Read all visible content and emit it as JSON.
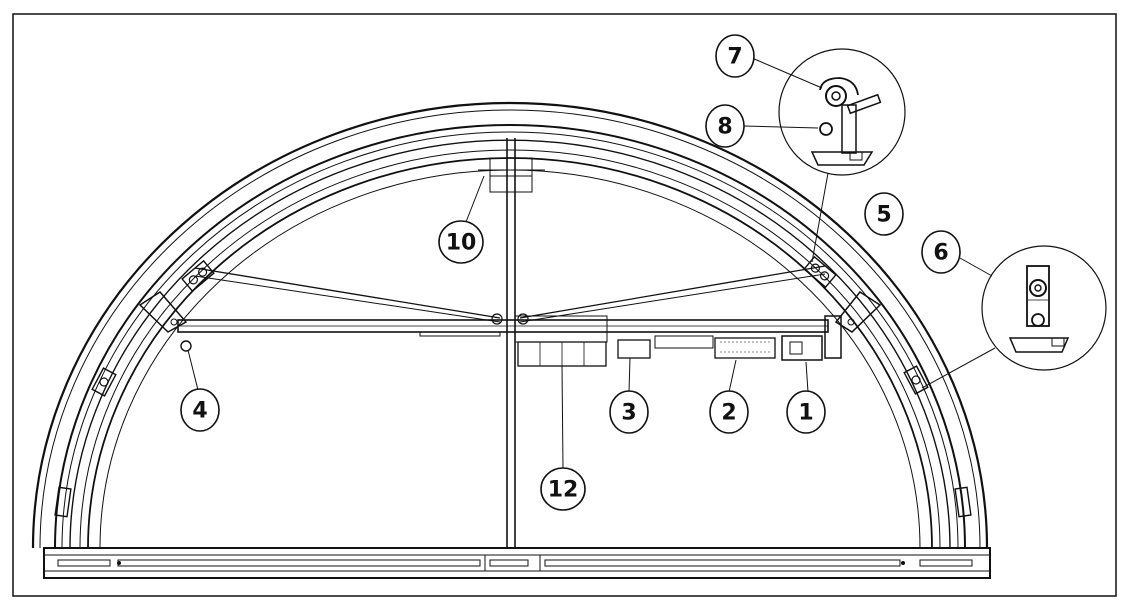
{
  "callouts": [
    {
      "id": "1",
      "label": "1"
    },
    {
      "id": "2",
      "label": "2"
    },
    {
      "id": "3",
      "label": "3"
    },
    {
      "id": "4",
      "label": "4"
    },
    {
      "id": "5",
      "label": "5"
    },
    {
      "id": "6",
      "label": "6"
    },
    {
      "id": "7",
      "label": "7"
    },
    {
      "id": "8",
      "label": "8"
    },
    {
      "id": "10",
      "label": "10"
    },
    {
      "id": "12",
      "label": "12"
    }
  ],
  "colors": {
    "line": "#111111",
    "background": "#ffffff"
  }
}
